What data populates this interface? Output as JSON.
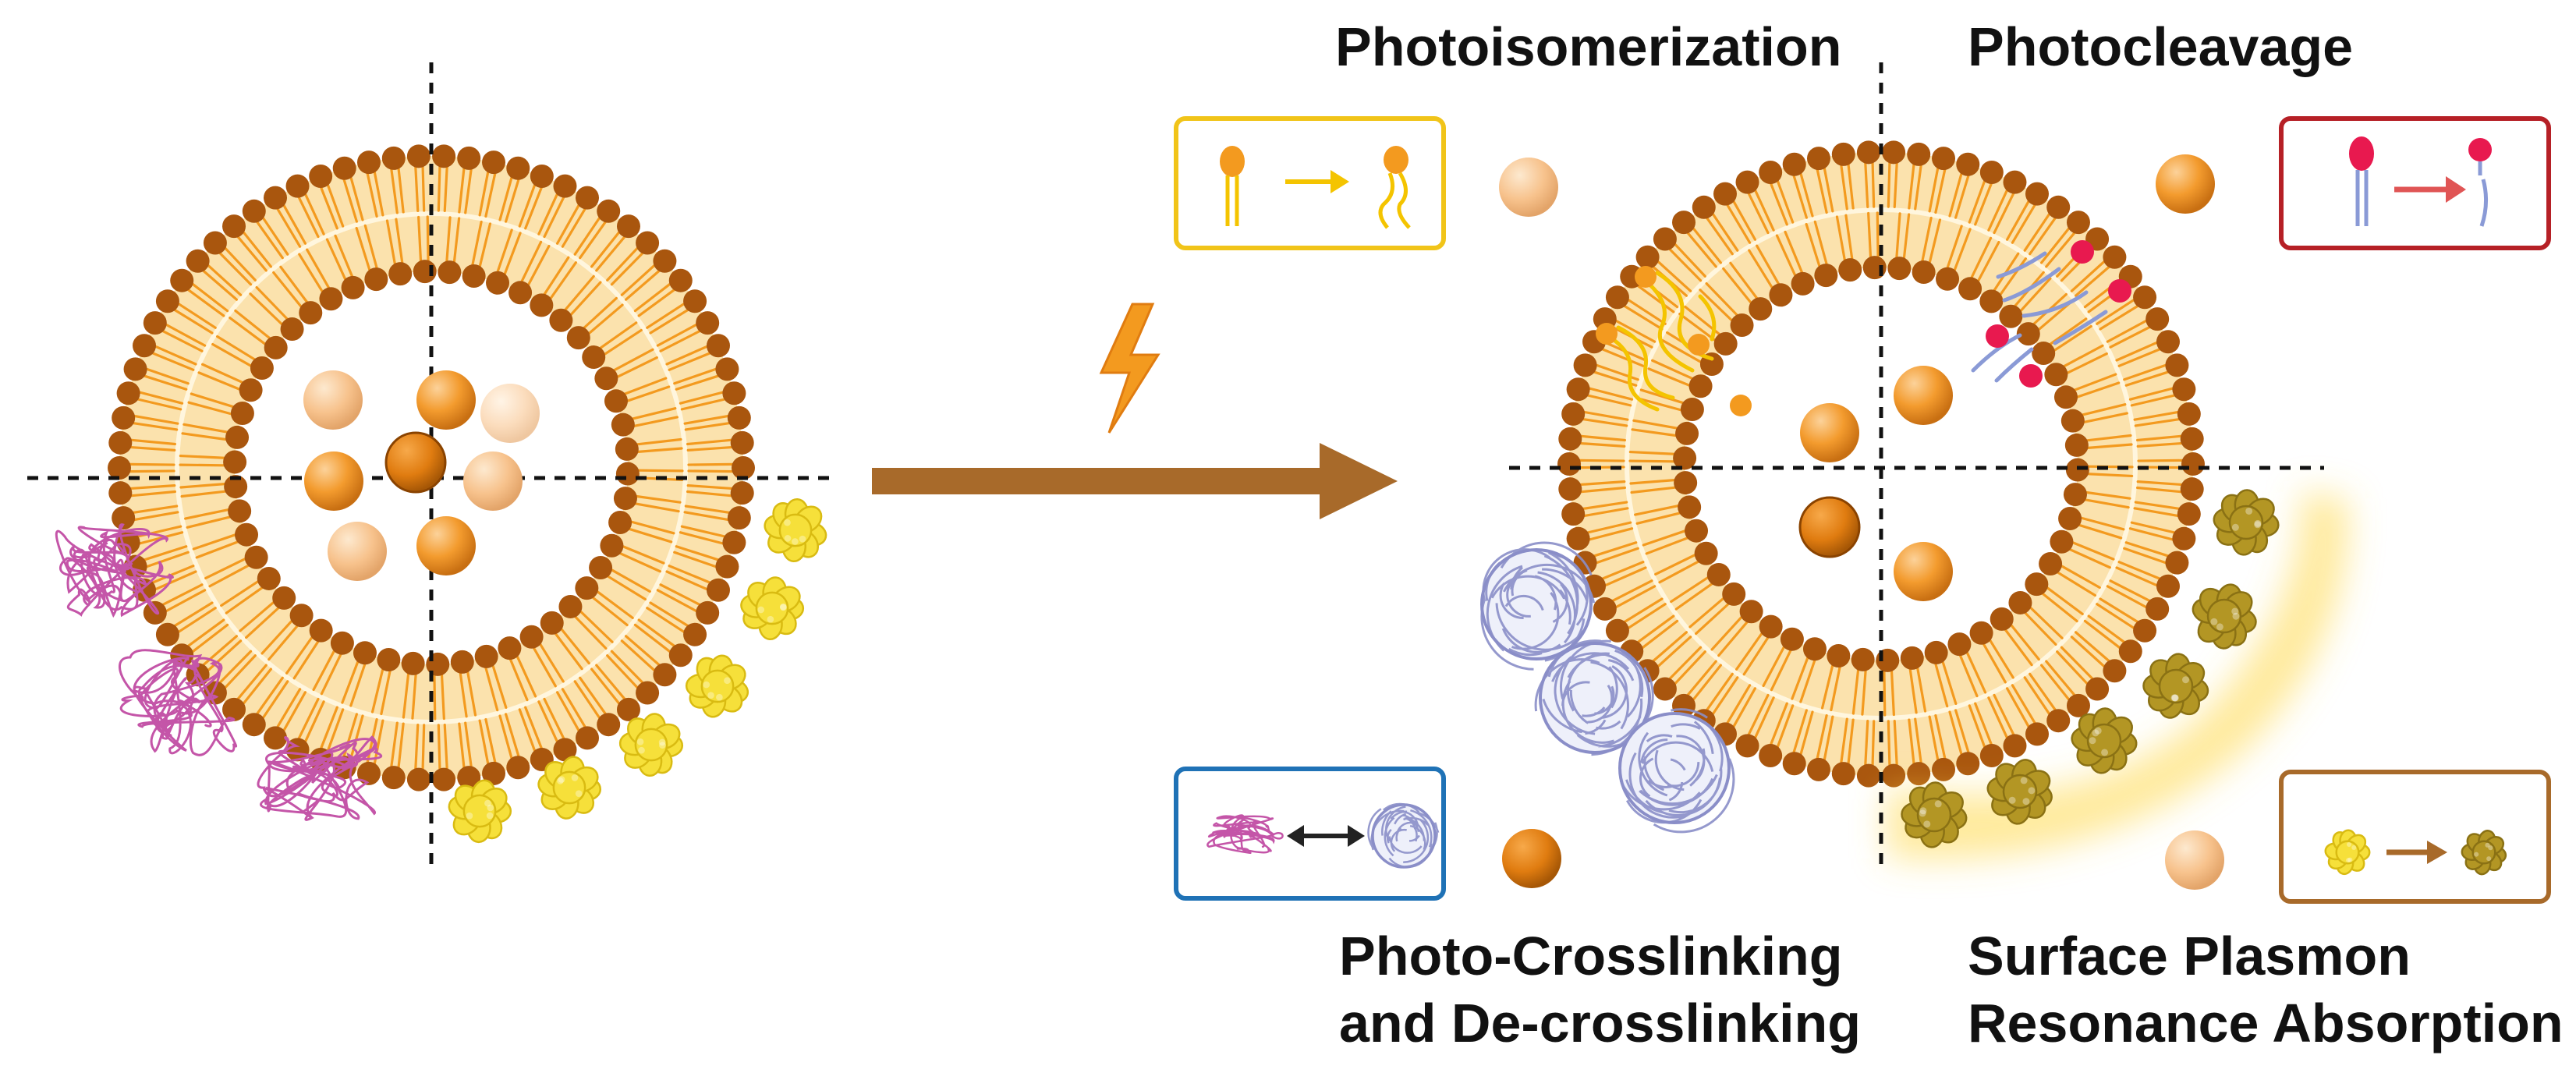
{
  "labels": {
    "photoisomerization": "Photoisomerization",
    "photocleavage": "Photocleavage",
    "crosslink_line1": "Photo-Crosslinking",
    "crosslink_line2": "and De-crosslinking",
    "spr_line1": "Surface Plasmon",
    "spr_line2": "Resonance Absorption"
  },
  "icons": {
    "light_source": "lightning-bolt-icon",
    "process_arrow": "right-arrow-icon",
    "exchange_arrow": "double-headed-arrow-icon"
  },
  "colors": {
    "lipid_head": "#a9560e",
    "lipid_tail": "#f39a1f",
    "membrane_fill": "#fbe2ad",
    "cargo": "#f39b2e",
    "cargo_faded": "#f7c28c",
    "isomerization_box": "#f1c419",
    "cleavage_box": "#b62026",
    "crosslink_box": "#1f72b6",
    "spr_box": "#a86a2a",
    "cleavable_head": "#e8194f",
    "polymer_strand": "#c455a8",
    "crosslinked_polymer": "#8a8ec8",
    "gold_cluster": "#f6e03a",
    "gold_cluster_excited": "#b39624",
    "bolt": "#f39a1f",
    "main_arrow": "#a86a2a"
  }
}
